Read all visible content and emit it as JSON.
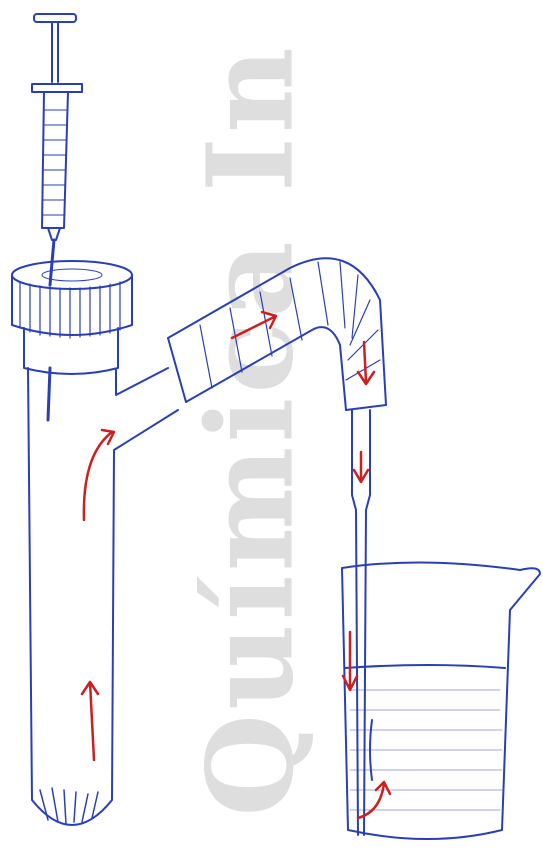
{
  "watermark": {
    "text": "Química In"
  },
  "colors": {
    "ink": "#2a3fb4",
    "arrow": "#cc1f1f",
    "paper": "#ffffff",
    "watermark": "#d9d9d9"
  },
  "parts": [
    "syringe",
    "screw-cap",
    "side-arm-test-tube",
    "rubber-tubing",
    "glass-delivery-tube",
    "beaker-with-liquid"
  ],
  "flow_arrows": [
    "up",
    "up",
    "right",
    "down",
    "down",
    "down",
    "curl"
  ]
}
